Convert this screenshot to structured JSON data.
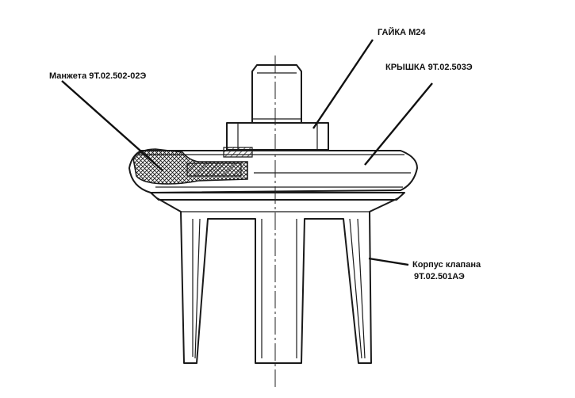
{
  "labels": {
    "nut": "ГАЙКА М24",
    "cover": "КРЫШКА 9Т.02.503Э",
    "cuff": "Манжета 9Т.02.502-02Э",
    "body_line1": "Корпус клапана",
    "body_line2": "9Т.02.501АЭ"
  },
  "colors": {
    "line": "#1a1a1a",
    "background": "#ffffff"
  }
}
